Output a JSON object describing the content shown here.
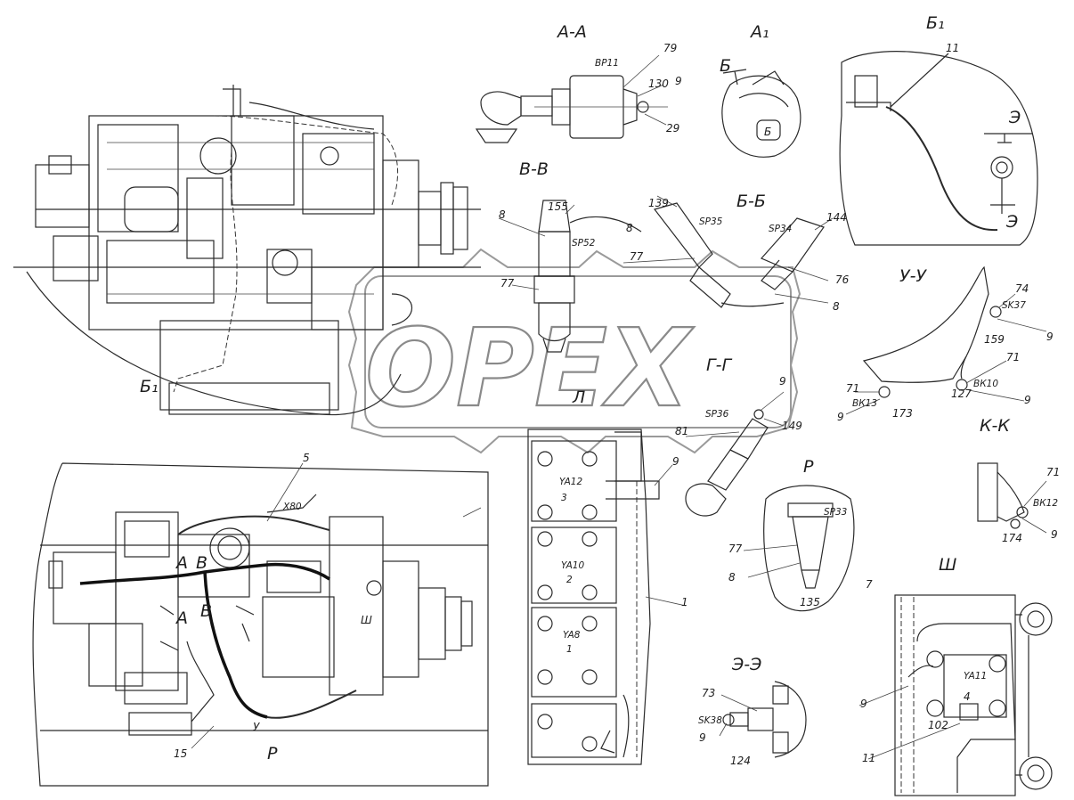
{
  "watermark": {
    "text": "OPEX"
  },
  "section_titles": {
    "aa": "А-А",
    "a1": "А₁",
    "b1_top": "Б₁",
    "vv": "В-В",
    "bb": "Б-Б",
    "yy": "У-У",
    "gg": "Г-Г",
    "l": "Л",
    "kk": "К-К",
    "r": "Р",
    "ee": "Э-Э",
    "sh": "Ш",
    "b1_left": "Б₁"
  },
  "view_marks": {
    "b_arrow": "Б",
    "b_inset": "Б",
    "e_upper": "Э",
    "e_lower": "Э",
    "a_left": "А",
    "v_left": "В",
    "a_mid": "А",
    "v_mid": "В",
    "sh_mark": "Ш",
    "u_mark": "У",
    "r_mark": "Р"
  },
  "reference_numbers": {
    "n79": "79",
    "n9_aa": "9",
    "n130": "130",
    "n29": "29",
    "n8_vv": "8",
    "n155": "155",
    "n77_vv": "77",
    "n139": "139",
    "n8_bb": "8",
    "n77_bb": "77",
    "n144": "144",
    "n76": "76",
    "n8_bb2": "8",
    "n11_b1": "11",
    "n74": "74",
    "n159": "159",
    "n9_yy1": "9",
    "n71_a": "71",
    "n71_b": "71",
    "n127": "127",
    "n9_yy2": "9",
    "n9_yy3": "9",
    "n173": "173",
    "n9_gg": "9",
    "n149": "149",
    "n81": "81",
    "n9_l": "9",
    "n1": "1",
    "n77_r": "77",
    "n8_r": "8",
    "n135": "135",
    "n71_kk": "71",
    "n174": "174",
    "n9_kk": "9",
    "n73": "73",
    "n9_ee": "9",
    "n124": "124",
    "n7": "7",
    "n9_sh": "9",
    "n102": "102",
    "n4": "4",
    "n11_sh": "11",
    "n5": "5",
    "n15": "15"
  },
  "component_codes": {
    "bp11": "ВР11",
    "sp52": "SP52",
    "sp35": "SP35",
    "sp34": "SP34",
    "sk37": "SK37",
    "bk13": "ВК13",
    "bk10": "ВК10",
    "sp36": "SP36",
    "ya12": "YA12",
    "ya10": "YA10",
    "ya8": "YA8",
    "sp33": "SP33",
    "bk12": "ВК12",
    "sk38": "SK38",
    "ya11": "YA11",
    "x80": "Х80"
  },
  "valve_block_numbers": {
    "v3": "3",
    "v2": "2",
    "v1": "1"
  }
}
